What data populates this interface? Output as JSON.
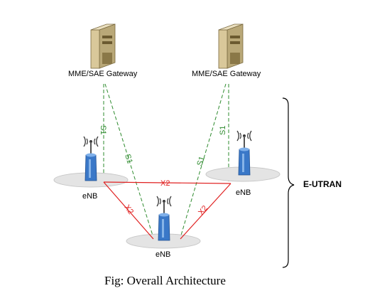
{
  "gateways": [
    {
      "label": "MME/SAE Gateway"
    },
    {
      "label": "MME/SAE Gateway"
    }
  ],
  "enbs": [
    {
      "label": "eNB"
    },
    {
      "label": "eNB"
    },
    {
      "label": "eNB"
    }
  ],
  "interfaces": {
    "s1_label": "S1",
    "x2_label": "X2"
  },
  "group": {
    "label": "E-UTRAN"
  },
  "caption": "Fig: Overall Architecture",
  "colors": {
    "s1_line": "#2e8b2e",
    "x2_line": "#e02020",
    "enb_body": "#3a78c8",
    "server_body": "#d9c89a"
  }
}
